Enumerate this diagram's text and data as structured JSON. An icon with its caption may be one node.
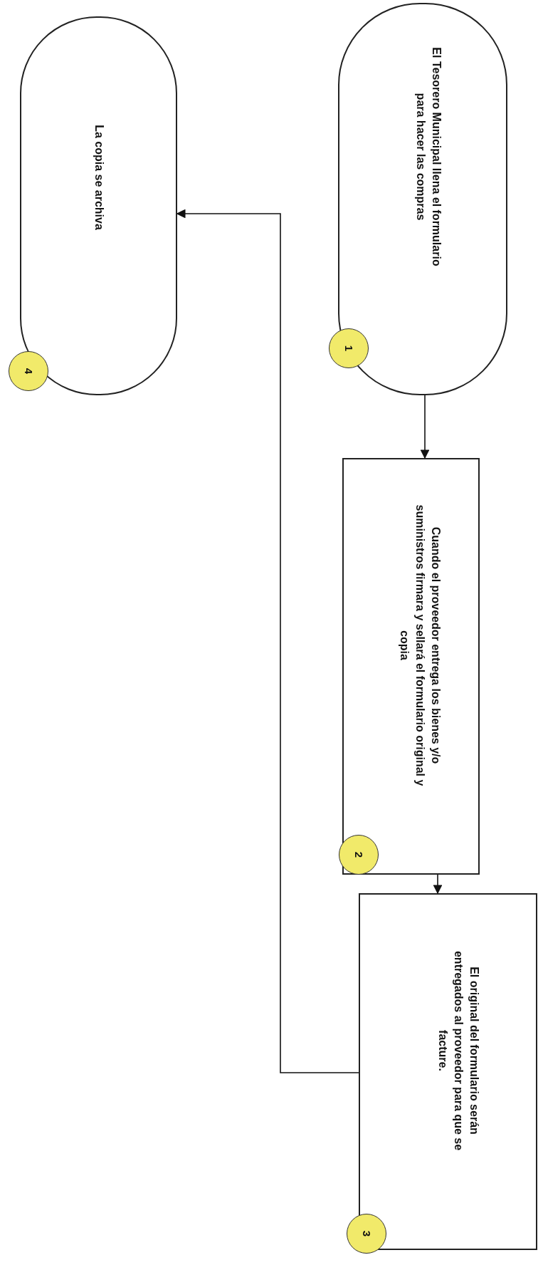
{
  "diagram": {
    "nodes": [
      {
        "text": [
          "El Tesorero Municipal llena el formulario para hacer las compras"
        ]
      },
      {
        "text": [
          "La copia se archiva"
        ]
      },
      {
        "text": [
          "Cuando el proveedor entrega los bienes y/o suministros firmara y sellará el formulario original y copia"
        ]
      },
      {
        "text": [
          "El original del formulario serán entregados al proveedor para que se facture."
        ]
      },
      {
        "text": [
          "1"
        ]
      },
      {
        "text": [
          "4"
        ]
      },
      {
        "text": [
          "2"
        ]
      },
      {
        "text": [
          "3"
        ]
      }
    ],
    "edges": [
      {
        "from": 0,
        "to": 2,
        "arrow": "to"
      },
      {
        "from": 2,
        "to": 3,
        "arrow": "to"
      },
      {
        "from": 3,
        "to": 1,
        "arrow": "to"
      }
    ]
  }
}
